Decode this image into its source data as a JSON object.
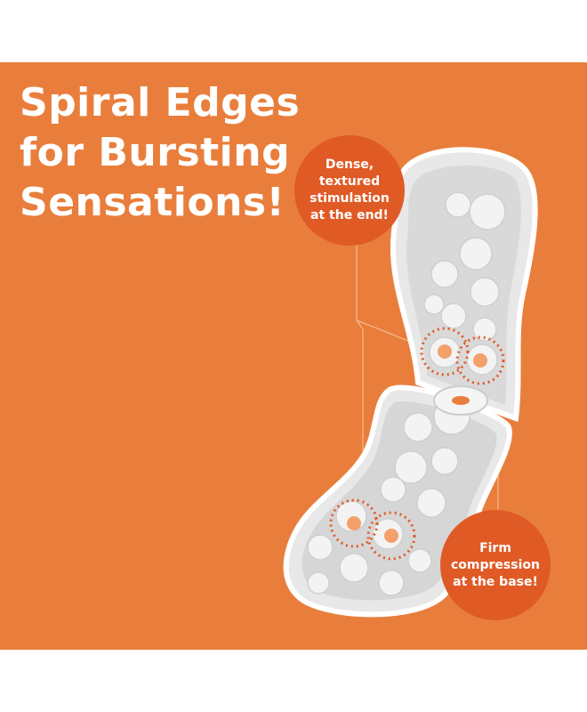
{
  "headline": {
    "line1": "Spiral Edges",
    "line2": "for Bursting",
    "line3": "Sensations!"
  },
  "callouts": {
    "top": {
      "line1": "Dense, textured",
      "line2": "stimulation",
      "line3": "at the end!"
    },
    "bottom": {
      "line1": "Firm compression",
      "line2": "at the base!"
    }
  },
  "colors": {
    "background": "#e97e3c",
    "callout_fill": "#e05a26",
    "text": "#ffffff",
    "product_body": "#f2f2f2",
    "highlight_dot": "#f4a06b"
  }
}
